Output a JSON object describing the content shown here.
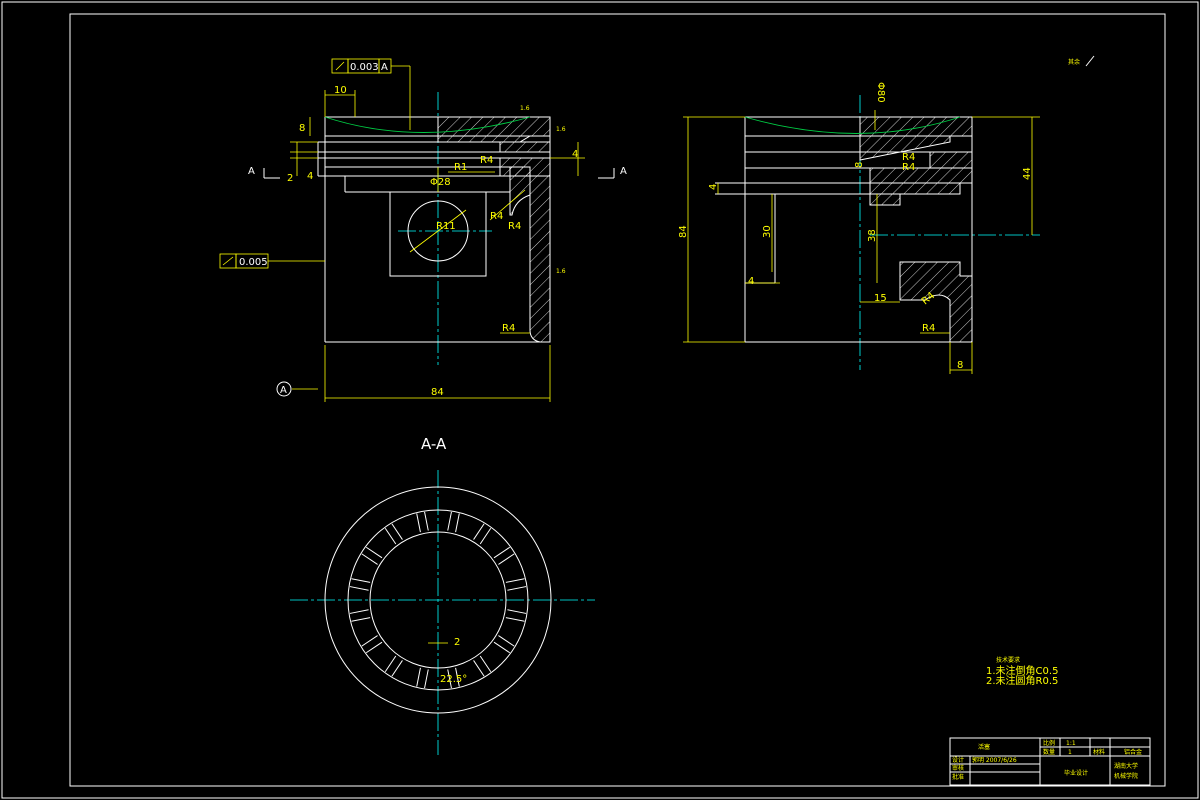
{
  "tolerances": {
    "runout_top": "0.003",
    "runout_top_datum": "A",
    "cylindricity": "0.005",
    "datum_label": "A"
  },
  "left_view": {
    "dims": {
      "width_top": "10",
      "ring_depth": "8",
      "gap": "2",
      "land": "4",
      "land_right": "4",
      "r1": "R1",
      "r_small": "R4",
      "pin_dia": "Φ28",
      "bore_r": "R11",
      "r4_mid1": "R4",
      "r4_mid2": "R4",
      "r4_bottom": "R4",
      "overall_width": "84",
      "roughness": "1.6"
    },
    "section_mark_left": "A",
    "section_mark_right": "A"
  },
  "right_view": {
    "dims": {
      "top_dia": "Φ80",
      "height_overall": "84",
      "height_44": "44",
      "land_4": "4",
      "pin_30": "30",
      "pin_4": "4",
      "pin_38": "38",
      "offset_15": "15",
      "wall_8": "8",
      "r4_a": "R4",
      "r4_b": "R4",
      "r4_c": "R4",
      "r4_d": "R4",
      "top_8": "8"
    },
    "corner_roughness": "其余"
  },
  "section_view": {
    "title": "A-A",
    "slot_width": "2",
    "slot_angle": "22.5°"
  },
  "notes": {
    "heading": "技术要求",
    "line1": "1.未注倒角C0.5",
    "line2": "2.未注圆角R0.5"
  },
  "title_block": {
    "drawing_name": "活塞",
    "designer_label": "设计",
    "designer_value": "郭明 2007/6/26",
    "check_label": "审核",
    "approve_label": "批准",
    "scale_label": "比例",
    "scale_value": "1:1",
    "qty_label": "数量",
    "qty_value": "1",
    "material_label": "材料",
    "material_value": "铝合金",
    "project": "毕业设计",
    "school": "湖南大学",
    "dept": "机械学院"
  }
}
